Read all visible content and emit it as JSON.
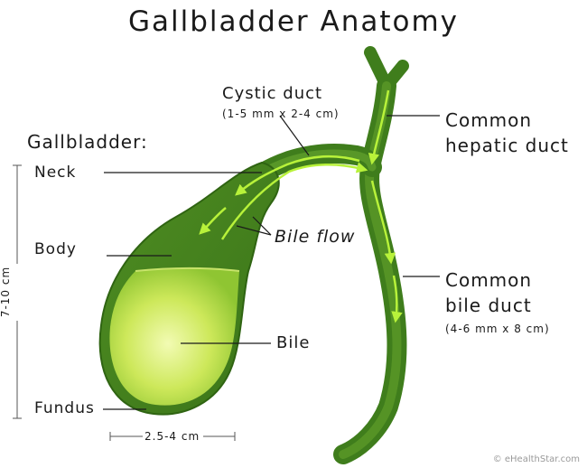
{
  "title": "Gallbladder Anatomy",
  "section_label": "Gallbladder:",
  "parts": {
    "neck": "Neck",
    "body": "Body",
    "fundus": "Fundus",
    "bile": "Bile"
  },
  "cystic_duct": {
    "name": "Cystic duct",
    "size": "(1-5 mm x 2-4 cm)"
  },
  "common_hepatic_duct": {
    "line1": "Common",
    "line2": "hepatic duct"
  },
  "common_bile_duct": {
    "line1": "Common",
    "line2": "bile duct",
    "size": "(4-6 mm x 8 cm)"
  },
  "bile_flow": "Bile flow",
  "dimensions": {
    "length": "7-10 cm",
    "width": "2.5-4 cm"
  },
  "watermark": "© eHealthStar.com",
  "colors": {
    "organ_dark": "#3f7d1c",
    "organ_mid": "#5a9a26",
    "bile_light": "#d9ee6a",
    "arrow": "#b8f23a"
  }
}
